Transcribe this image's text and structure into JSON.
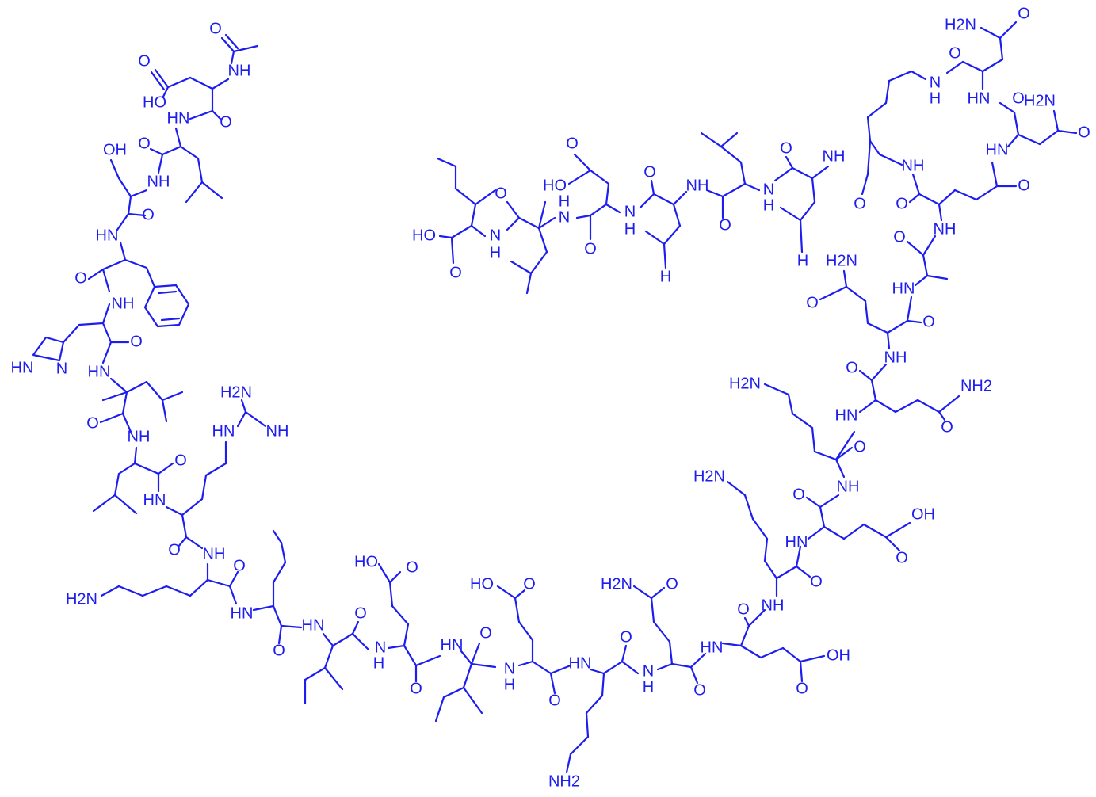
{
  "colors": {
    "structure": "#1d1df0",
    "background": "#ffffff"
  },
  "atom_labels": {
    "ac_nh": "NH",
    "ac_o": "O",
    "asp1_cooh_o": "O",
    "asp1_oh": "HO",
    "leu_nh": "HN",
    "leu_o": "O",
    "ser_oh": "OH",
    "ser_o": "O",
    "ser_nh": "NH",
    "phe_nh": "HN",
    "phe_o": "O",
    "his_nh": "NH",
    "his_o": "O",
    "his_ring_n1": "HN",
    "his_ring_n2": "N",
    "aib_nh": "HN",
    "aib_o": "O",
    "leu2_nh": "NH",
    "leu2_o": "O",
    "arg_nh": "HN",
    "arg_o": "O",
    "arg_hn": "HN",
    "arg_h2n": "H2N",
    "arg_nh_im": "NH",
    "lys1_nh": "NH",
    "lys1_o": "O",
    "lys1_h2n": "H2N",
    "nle_nh": "HN",
    "nle_o": "O",
    "ile1_nh": "HN",
    "ile1_o": "O",
    "glu1_nh": "N",
    "glu1_h": "H",
    "glu1_o": "O",
    "glu1_ho": "HO",
    "glu1_o2": "O",
    "ile2_nh": "HN",
    "ile2_o": "O",
    "glu2_nh": "N",
    "glu2_h": "H",
    "glu2_o": "O",
    "glu2_ho": "HO",
    "glu2_o2": "O",
    "lys2_nh": "HN",
    "lys2_o": "O",
    "lys2_nh2": "NH2",
    "gln1_nh": "N",
    "gln1_h": "H",
    "gln1_o": "O",
    "gln1_h2n": "H2N",
    "gln1_o2": "O",
    "glu3_nh": "HN",
    "glu3_o": "O",
    "glu3_oh": "OH",
    "glu3_o2": "O",
    "lys3_nh": "NH",
    "lys3_o": "O",
    "lys3_h2n": "H2N",
    "glu4_nh": "HN",
    "glu4_o": "O",
    "glu4_oh": "OH",
    "glu4_o2": "O",
    "lys4_nh": "NH",
    "lys4_o": "O",
    "lys4_h2n": "H2N",
    "gln2_nh": "HN",
    "gln2_o": "O",
    "gln2_nh2": "NH2",
    "gln2_o2": "O",
    "gln3_nh": "NH",
    "gln3_o": "O",
    "gln3_h2n": "H2N",
    "gln3_o2": "O",
    "ala_nh": "HN",
    "ala_o": "O",
    "glu5_nh": "NH",
    "glu5_o": "O",
    "glu5_o2": "O",
    "asn1_nh": "HN",
    "asn1_o": "O",
    "asn1_h2n": "H2N",
    "asn1_o2": "O",
    "asn2_nh": "HN",
    "asn2_o": "O",
    "asn2_h2n": "H2N",
    "asn2_o2": "O",
    "lys5_nh": "N",
    "lys5_h": "H",
    "lys5_nh_side": "NH",
    "lys5_o": "O",
    "leu3_nh": "NH",
    "leu3_o": "O",
    "leu3_h": "H",
    "leu4_nh": "N",
    "leu4_h": "H",
    "leu4_o": "O",
    "leu5_nh": "NH",
    "leu5_o": "O",
    "leu5_h": "H",
    "asp2_nh": "N",
    "asp2_h": "H",
    "asp2_o": "O",
    "asp2_ho": "HO",
    "asp2_o2": "O",
    "aib2_nh": "H",
    "aib2_n": "N",
    "aib2_o": "O",
    "ile3_nh": "N",
    "ile3_h": "H",
    "ile3_ho": "HO",
    "ile3_o": "O"
  }
}
